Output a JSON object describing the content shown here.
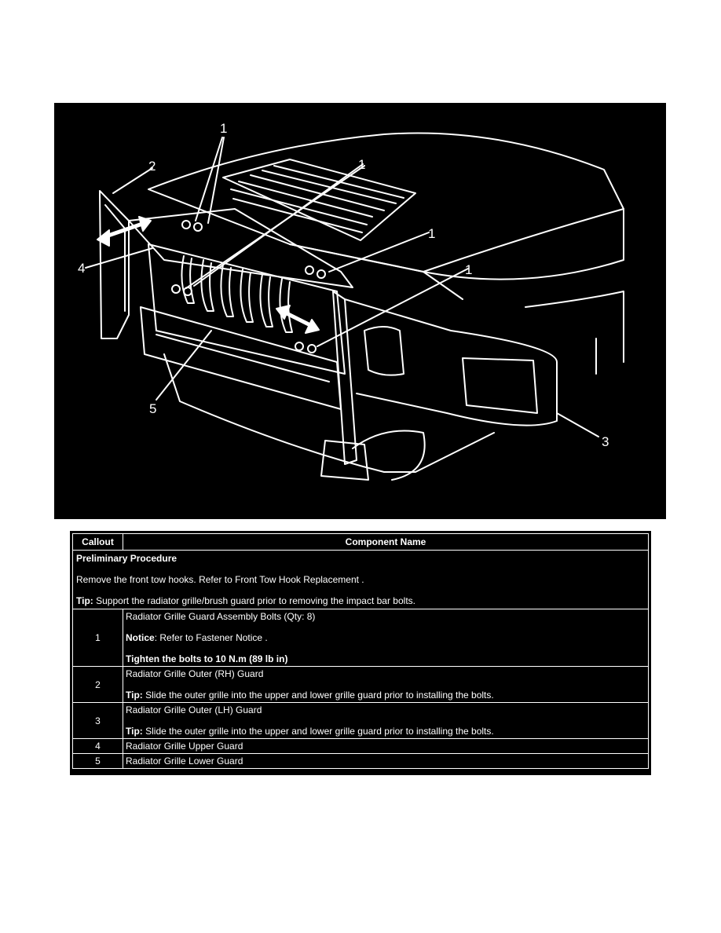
{
  "figure": {
    "callout_labels": [
      "1",
      "1",
      "1",
      "1",
      "2",
      "3",
      "4",
      "5"
    ]
  },
  "table": {
    "headers": {
      "callout": "Callout",
      "component": "Component Name"
    },
    "preliminary": {
      "heading": "Preliminary Procedure",
      "step": "Remove the front tow hooks. Refer to Front Tow Hook Replacement .",
      "tip_label": "Tip:",
      "tip_text": " Support the radiator grille/brush guard prior to removing the impact bar bolts."
    },
    "rows": [
      {
        "callout": "1",
        "name": "Radiator Grille Guard Assembly Bolts (Qty: 8)",
        "notice_label": "Notice",
        "notice_text": ": Refer to Fastener Notice .",
        "torque": "Tighten the bolts to 10 N.m (89 lb in)"
      },
      {
        "callout": "2",
        "name": "Radiator Grille Outer (RH) Guard",
        "tip_label": "Tip:",
        "tip_text": " Slide the outer grille into the upper and lower grille guard prior to installing the bolts."
      },
      {
        "callout": "3",
        "name": "Radiator Grille Outer (LH) Guard",
        "tip_label": "Tip:",
        "tip_text": " Slide the outer grille into the upper and lower grille guard prior to installing the bolts."
      },
      {
        "callout": "4",
        "name": "Radiator Grille Upper Guard"
      },
      {
        "callout": "5",
        "name": "Radiator Grille Lower Guard"
      }
    ]
  }
}
